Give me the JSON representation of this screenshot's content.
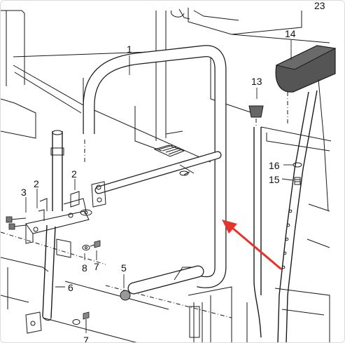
{
  "callouts": {
    "c1": "1",
    "c2a": "2",
    "c2b": "2",
    "c3": "3",
    "c5": "5",
    "c6": "6",
    "c7a": "7",
    "c7b": "7",
    "c8": "8",
    "c13": "13",
    "c14": "14",
    "c15": "15",
    "c16": "16",
    "c23": "23"
  },
  "colors": {
    "line": "#1a1a1a",
    "arrow": "#e8322b",
    "pad": "#444444",
    "background": "#ffffff"
  },
  "icons": {
    "pointer": "red-arrow-icon"
  }
}
